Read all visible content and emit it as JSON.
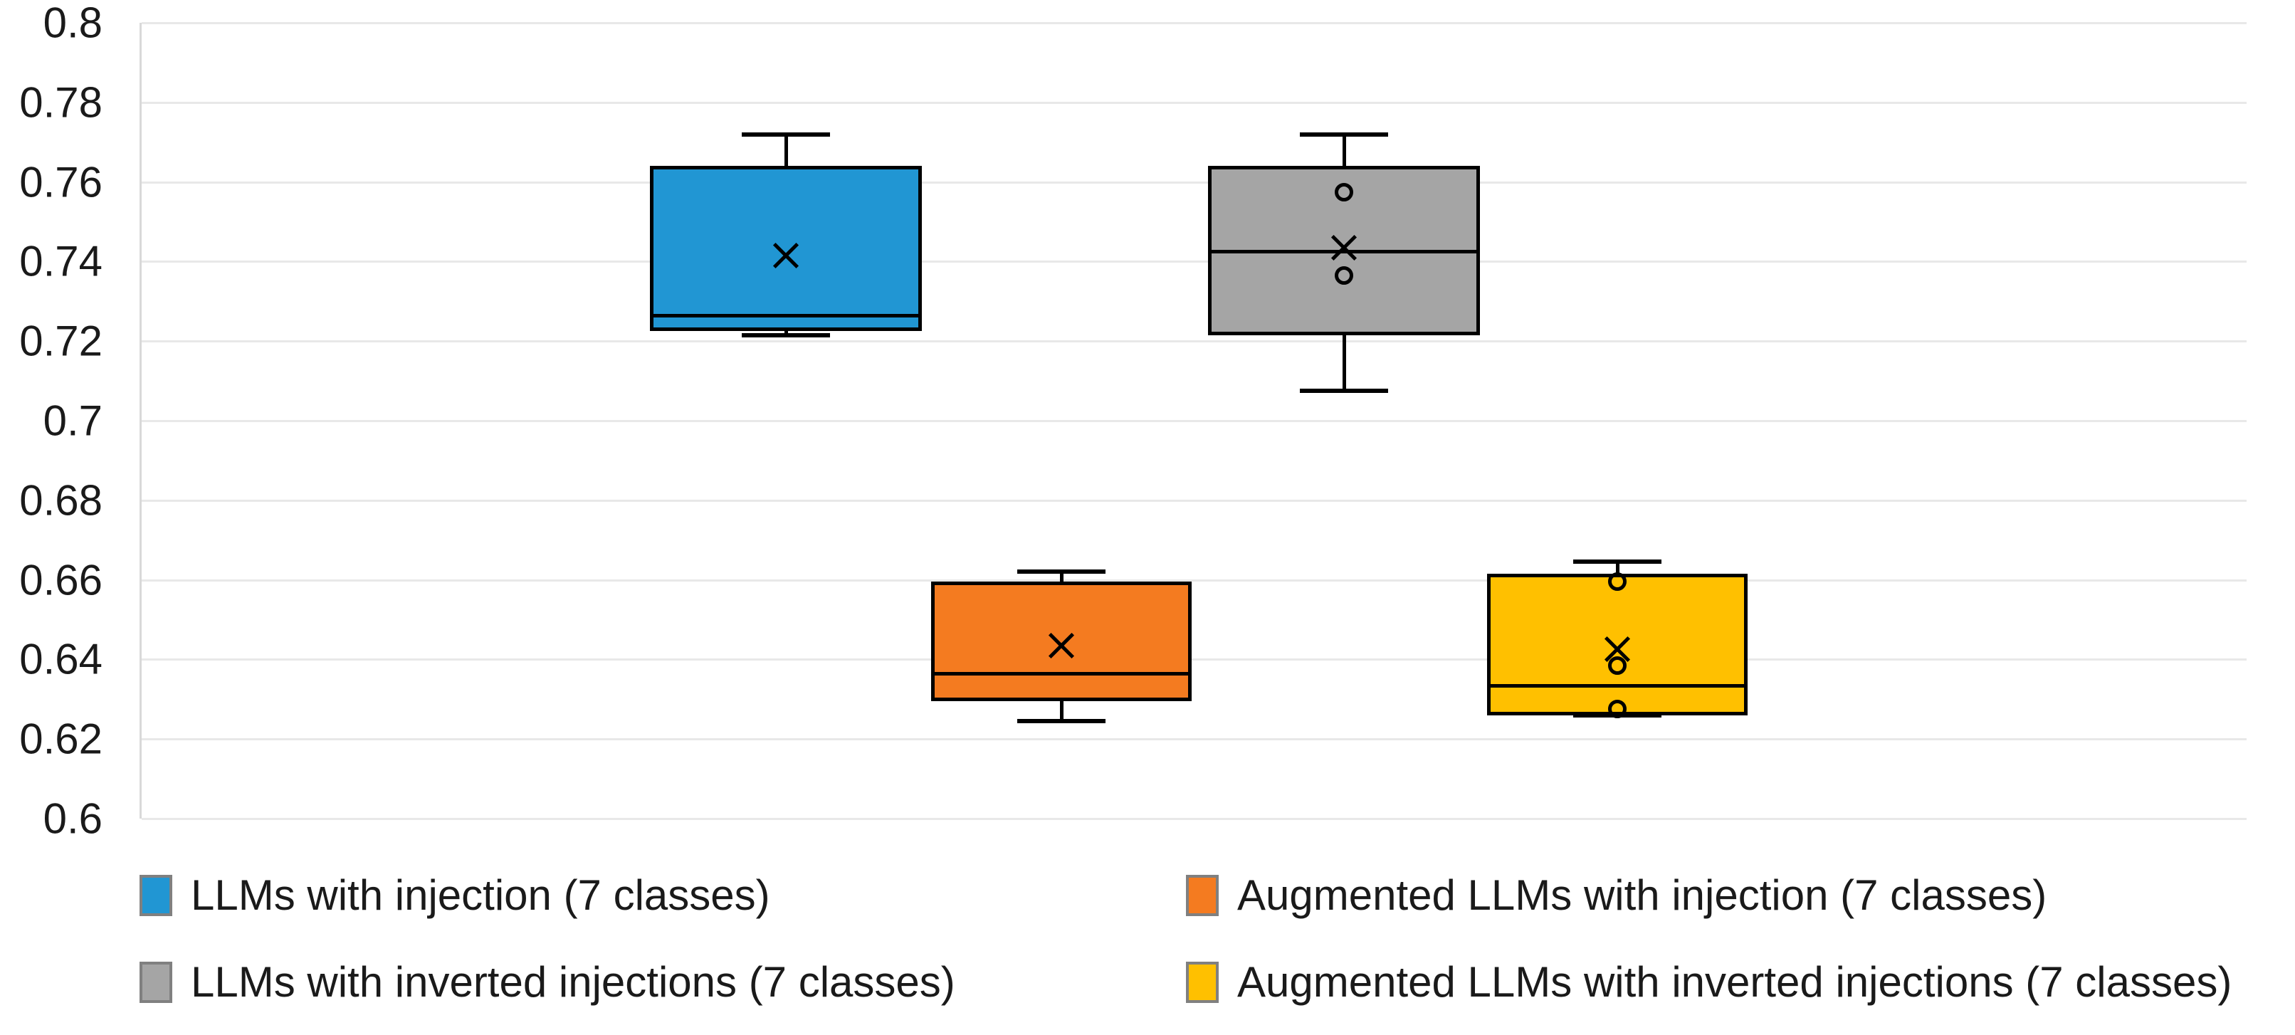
{
  "chart_data": {
    "type": "box",
    "title": "",
    "xlabel": "",
    "ylabel": "",
    "ylim": [
      0.6,
      0.8
    ],
    "ytick_step": 0.02,
    "grid": true,
    "legend_position": "bottom",
    "ytick_labels": [
      "0.8",
      "0.78",
      "0.76",
      "0.74",
      "0.72",
      "0.7",
      "0.68",
      "0.66",
      "0.64",
      "0.62",
      "0.6"
    ],
    "ytick_values": [
      0.8,
      0.78,
      0.76,
      0.74,
      0.72,
      0.7,
      0.68,
      0.66,
      0.64,
      0.62,
      0.6
    ],
    "categories": [
      "LLMs with injection (7 classes)",
      "Augmented LLMs with injection (7 classes)",
      "LLMs with inverted injections (7 classes)",
      "Augmented LLMs with inverted injections (7 classes)"
    ],
    "boxes": [
      {
        "name": "LLMs with injection (7 classes)",
        "color": "#2196D3",
        "whisker_low": 0.7215,
        "q1": 0.7225,
        "median": 0.7265,
        "q3": 0.764,
        "whisker_high": 0.772,
        "mean": 0.7415,
        "points": []
      },
      {
        "name": "Augmented LLMs with injection (7 classes)",
        "color": "#F47B20",
        "whisker_low": 0.6245,
        "q1": 0.6295,
        "median": 0.6365,
        "q3": 0.6595,
        "whisker_high": 0.662,
        "mean": 0.6435,
        "points": []
      },
      {
        "name": "LLMs with inverted injections (7 classes)",
        "color": "#A5A5A5",
        "whisker_low": 0.7075,
        "q1": 0.7215,
        "median": 0.7425,
        "q3": 0.764,
        "whisker_high": 0.772,
        "mean": 0.7435,
        "points": [
          0.7575,
          0.7365
        ]
      },
      {
        "name": "Augmented LLMs with inverted injections (7 classes)",
        "color": "#FFC000",
        "whisker_low": 0.626,
        "q1": 0.626,
        "median": 0.6335,
        "q3": 0.6615,
        "whisker_high": 0.6645,
        "mean": 0.6425,
        "points": [
          0.6595,
          0.6385,
          0.6275
        ]
      }
    ]
  },
  "legend": {
    "items": [
      {
        "label": "LLMs with injection (7 classes)",
        "color": "#2196D3"
      },
      {
        "label": "Augmented LLMs with injection (7 classes)",
        "color": "#F47B20"
      },
      {
        "label": "LLMs with inverted injections (7 classes)",
        "color": "#A5A5A5"
      },
      {
        "label": "Augmented LLMs with inverted injections (7 classes)",
        "color": "#FFC000"
      }
    ]
  }
}
